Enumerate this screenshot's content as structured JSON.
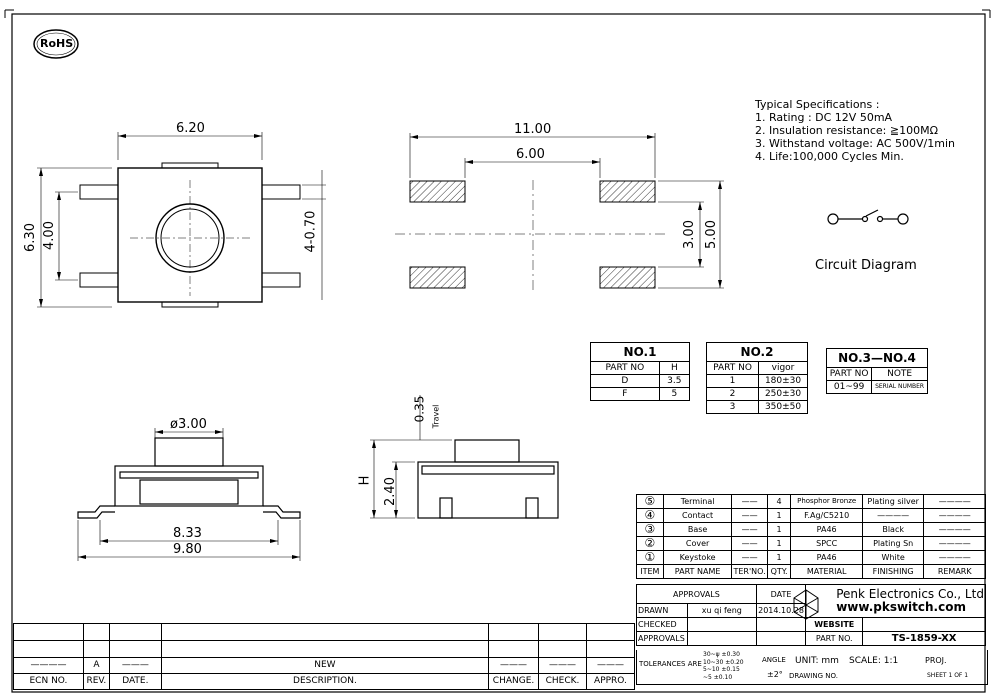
{
  "logo": {
    "text": "RoHS"
  },
  "spec": {
    "title": "Typical Specifications :",
    "lines": [
      "1. Rating : DC 12V 50mA",
      "2. Insulation resistance: ≧100MΩ",
      "3. Withstand voltage: AC 500V/1min",
      "4. Life:100,000 Cycles Min."
    ]
  },
  "circuit": {
    "label": "Circuit Diagram"
  },
  "dims": {
    "top_width": "6.20",
    "left_height": "6.30",
    "inner_height": "4.00",
    "right_pin": "4-0.70",
    "pad_width": "11.00",
    "pad_inner": "6.00",
    "pad_h_inner": "3.00",
    "pad_h_outer": "5.00",
    "btn_dia": "ø3.00",
    "body_w": "8.33",
    "total_w": "9.80",
    "travel": "0.35",
    "travel_label": "Travel",
    "body_h": "2.40",
    "h_label": "H"
  },
  "no1": {
    "title": "NO.1",
    "headers": [
      "PART NO",
      "H"
    ],
    "rows": [
      [
        "D",
        "3.5"
      ],
      [
        "F",
        "5"
      ]
    ]
  },
  "no2": {
    "title": "NO.2",
    "headers": [
      "PART NO",
      "vigor"
    ],
    "rows": [
      [
        "1",
        "180±30"
      ],
      [
        "2",
        "250±30"
      ],
      [
        "3",
        "350±50"
      ]
    ]
  },
  "no34": {
    "title": "NO.3—NO.4",
    "headers": [
      "PART NO",
      "NOTE"
    ],
    "rows": [
      [
        "01~99",
        "SERIAL NUMBER"
      ]
    ]
  },
  "bom": {
    "rows": [
      {
        "num": "⑤",
        "name": "Terminal",
        "ter": "",
        "qty": "4",
        "mat": "Phosphor Bronze",
        "fin": "Plating silver",
        "rem": ""
      },
      {
        "num": "④",
        "name": "Contact",
        "ter": "",
        "qty": "1",
        "mat": "F.Ag/C5210",
        "fin": "",
        "rem": ""
      },
      {
        "num": "③",
        "name": "Base",
        "ter": "",
        "qty": "1",
        "mat": "PA46",
        "fin": "Black",
        "rem": ""
      },
      {
        "num": "②",
        "name": "Cover",
        "ter": "",
        "qty": "1",
        "mat": "SPCC",
        "fin": "Plating Sn",
        "rem": ""
      },
      {
        "num": "①",
        "name": "Keystoke",
        "ter": "",
        "qty": "1",
        "mat": "PA46",
        "fin": "White",
        "rem": ""
      }
    ],
    "headers": [
      "ITEM",
      "PART NAME",
      "TER'NO.",
      "QTY.",
      "MATERIAL",
      "FINISHING",
      "REMARK"
    ]
  },
  "title_block": {
    "approvals": "APPROVALS",
    "date": "DATE",
    "drawn": "DRAWN",
    "drawn_by": "xu qi feng",
    "drawn_date": "2014.10.28",
    "checked": "CHECKED",
    "approvals2": "APPROVALS",
    "company": "Penk Electronics Co., Ltd",
    "website_url": "www.pkswitch.com",
    "website": "WEBSITE",
    "part_no_label": "PART NO.",
    "part_no": "TS-1859-XX",
    "tolerances": "TOLERANCES ARE",
    "tol_rows": [
      [
        "30~ψ",
        "±0.30"
      ],
      [
        "10~30",
        "±0.20"
      ],
      [
        "5~10",
        "±0.15"
      ],
      [
        "~5",
        "±0.10"
      ]
    ],
    "angle": "ANGLE",
    "angle_val": "±2°",
    "unit": "UNIT: mm",
    "scale": "SCALE: 1:1",
    "proj": "PROJ.",
    "drawing_no": "DRAWING NO.",
    "sheet": "SHEET 1 OF 1"
  },
  "revision": {
    "rev_val": "A",
    "new": "NEW",
    "headers": [
      "ECN NO.",
      "REV.",
      "DATE.",
      "DESCRIPTION.",
      "CHANGE.",
      "CHECK.",
      "APPRO."
    ]
  }
}
